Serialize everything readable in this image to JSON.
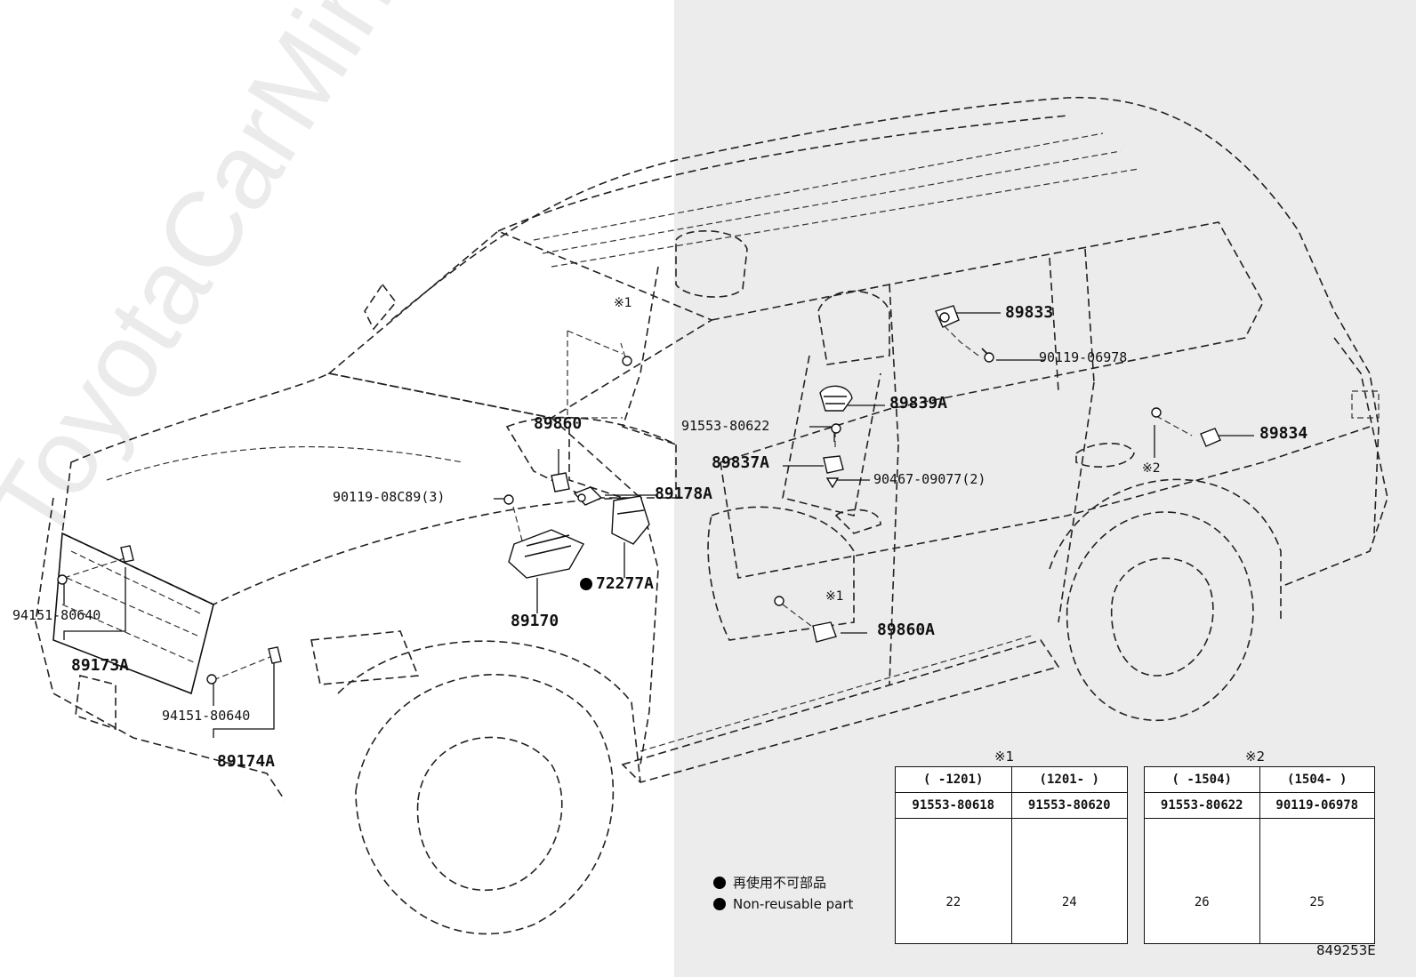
{
  "watermark": "ToyotaCarMine.ru",
  "diagram_code": "849253E",
  "labels": {
    "p89833": "89833",
    "p90119_06978": "90119-06978",
    "p89839A": "89839A",
    "p91553_80622": "91553-80622",
    "p89834": "89834",
    "p89837A": "89837A",
    "p90467_09077": "90467-09077(2)",
    "p89860": "89860",
    "p89178A": "89178A",
    "p90119_08C89": "90119-08C89(3)",
    "p72277A": "72277A",
    "p89170": "89170",
    "p89860A": "89860A",
    "p94151_80640_a": "94151-80640",
    "p89173A": "89173A",
    "p94151_80640_b": "94151-80640",
    "p89174A": "89174A",
    "ref1_top": "※1",
    "ref1_seat": "※1",
    "ref2_door": "※2"
  },
  "table1": {
    "title": "※1",
    "headers": [
      "(    -1201)",
      "(1201-      )"
    ],
    "parts": [
      "91553-80618",
      "91553-80620"
    ],
    "lengths": [
      "22",
      "24"
    ]
  },
  "table2": {
    "title": "※2",
    "headers": [
      "(    -1504)",
      "(1504-      )"
    ],
    "parts": [
      "91553-80622",
      "90119-06978"
    ],
    "lengths": [
      "26",
      "25"
    ]
  },
  "legend": {
    "items": [
      "再使用不可部品",
      "Non-reusable part"
    ]
  }
}
